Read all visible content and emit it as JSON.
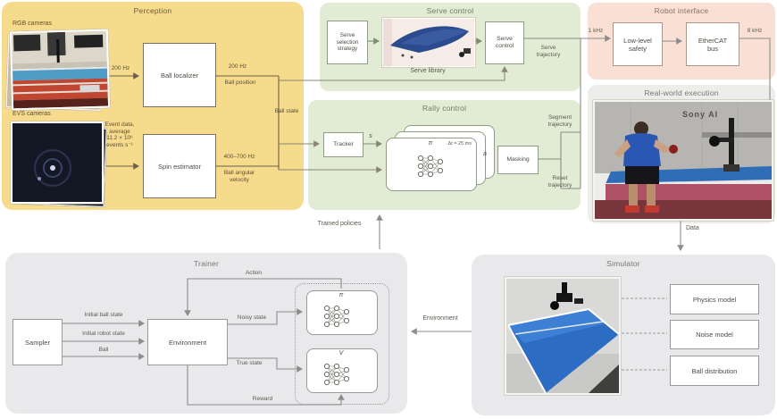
{
  "perception": {
    "title": "Perception",
    "rgb_cameras_label": "RGB cameras",
    "camera_rate": "200 Hz",
    "ball_localizer": "Ball localizer",
    "position_rate": "200 Hz",
    "ball_position": "Ball position",
    "ball_state": "Ball state",
    "evs_cameras_label": "EVS cameras",
    "event_data": "Event data,\naverage\n11.2 × 10⁶\nevents s⁻¹",
    "spin_estimator": "Spin estimator",
    "spin_rate": "400–700 Hz",
    "angular_velocity": "Ball angular\nvelocity"
  },
  "serve_control": {
    "title": "Serve control",
    "strategy": "Serve\nselection\nstrategy",
    "library_caption": "Serve library",
    "control_box": "Serve\ncontrol",
    "output": "Serve\ntrajectory"
  },
  "rally_control": {
    "title": "Rally control",
    "tracker": "Tracker",
    "state_symbol": "s",
    "policy_symbol": "π",
    "policy_rate": "Δt = 25 ms",
    "action_symbol": "a",
    "masking": "Masking",
    "segment_output": "Segment\ntrajectory",
    "reset_output": "Reset\ntrajectory"
  },
  "robot_interface": {
    "title": "Robot interface",
    "input_rate": "1 kHz",
    "safety": "Low-level\nsafety",
    "bus": "EtherCAT\nbus",
    "output_rate": "8 kHz"
  },
  "real_world": {
    "title": "Real-world execution",
    "photo_overlay": "Sony AI",
    "data_label": "Data"
  },
  "connectors": {
    "trained_policies": "Trained policies",
    "environment": "Environment"
  },
  "trainer": {
    "title": "Trainer",
    "sampler": "Sampler",
    "environment_box": "Environment",
    "initial_ball_state": "Initial ball state",
    "initial_robot_state": "Initial robot state",
    "ball": "Ball",
    "noisy_state": "Noisy state",
    "true_state": "True state",
    "actor_symbol": "π",
    "critic_symbol": "V",
    "action": "Action",
    "reward": "Reward"
  },
  "simulator": {
    "title": "Simulator",
    "physics_model": "Physics model",
    "noise_model": "Noise model",
    "ball_distribution": "Ball distribution"
  },
  "colors": {
    "perception_bg": "#f6db8d",
    "control_bg": "#e2ecd4",
    "interface_bg": "#f9dfd4",
    "panel_bg": "#e9e9eb",
    "execution_bg": "#ededeb",
    "perception_wire": "#6b5f4a",
    "gray_wire": "#8c8c8c"
  }
}
